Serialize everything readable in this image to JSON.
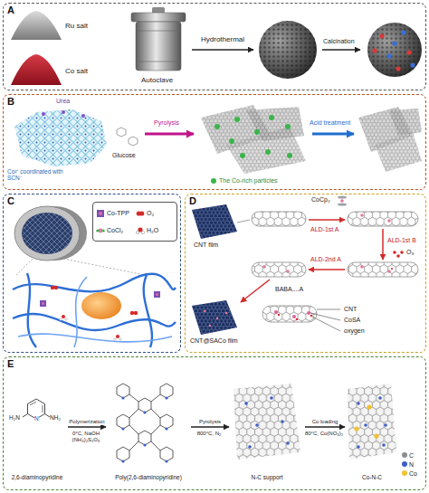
{
  "diagram": {
    "nodes": [
      {
        "text": [
          "A"
        ]
      },
      {
        "text": [
          "B"
        ]
      },
      {
        "text": [
          "C"
        ]
      },
      {
        "text": [
          "Co-TPP",
          "O₂",
          "CoCl₂",
          "H₂O"
        ],
        "in": 2
      },
      {
        "text": [
          "D"
        ]
      },
      {
        "text": [
          "E"
        ]
      },
      {
        "text": [
          "2,6-diaminopyridine"
        ],
        "in": 5
      },
      {
        "text": [
          "Poly(2,6-diaminopyridine)"
        ],
        "in": 5
      },
      {
        "text": [
          "N-C support"
        ],
        "in": 5
      },
      {
        "text": [
          "Co-N-C"
        ],
        "in": 5
      }
    ],
    "edges": [
      {
        "from": 6,
        "to": 7,
        "arrow": "to",
        "label": "Polymerization"
      },
      {
        "from": 7,
        "to": 8,
        "arrow": "to",
        "label": "Pyrolysis"
      },
      {
        "from": 8,
        "to": 9,
        "arrow": "to",
        "label": "Co loading"
      }
    ],
    "labels": [
      "Ru salt",
      "Co salt",
      "Autoclave",
      "Hydrothermal",
      "Calcination",
      "Urea",
      "Glucose",
      "Co²⁺ coordinated with SCN⁻",
      "Pyrolysis",
      "Acid treatment",
      "The Co-rich particles",
      "CNT film",
      "CoCp₂",
      "ALD-1st A",
      "ALD-1st B",
      "O₃",
      "ALD-2nd A",
      "BABA....A",
      "CNT@SACo film",
      "CNT",
      "CoSA",
      "oxygen",
      "H₂N",
      "N",
      "NH₂",
      "0°C, NaOH (NH₄)₂S₂O₈",
      "800°C, N₂",
      "80°C, Co(NO₃)₂"
    ],
    "legend": [
      {
        "text": "C",
        "color": "#8c8c8c"
      },
      {
        "text": "N",
        "color": "#3b5fc9"
      },
      {
        "text": "Co",
        "color": "#f2c230"
      }
    ]
  }
}
